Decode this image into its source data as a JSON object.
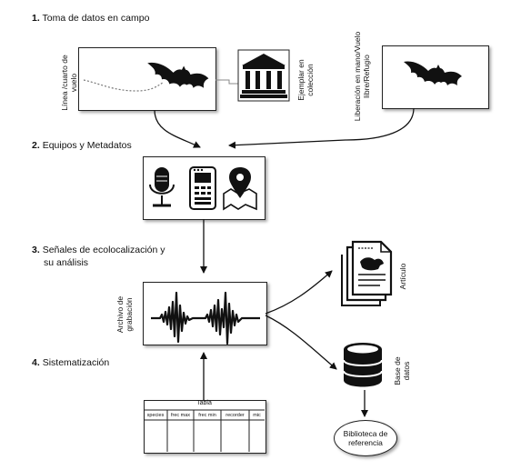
{
  "steps": {
    "s1_num": "1.",
    "s1_text": "Toma de datos en campo",
    "s2_num": "2.",
    "s2_text": "Equipos y Metadatos",
    "s3_num": "3.",
    "s3_line1": "Señales de ecolocalización y",
    "s3_line2": "su análisis",
    "s4_num": "4.",
    "s4_text": "Sistematización"
  },
  "labels": {
    "flight_line": "Línea /cuarto de vuelo",
    "specimen": "Ejemplar en colección",
    "release": "Liberación en mano/Vuelo libre/Refugio",
    "recording_file": "Archivo de grabación",
    "article": "Artículo",
    "database": "Base de datos",
    "library": "Biblioteca de referencia"
  },
  "table": {
    "title": "Tabla",
    "columns": [
      "species",
      "frec max",
      "frec min",
      "recorder",
      "mic"
    ]
  },
  "icons": [
    "bat-icon",
    "museum-icon",
    "microphone-icon",
    "recorder-icon",
    "map-pin-icon",
    "waveform-icon",
    "document-icon",
    "database-icon"
  ],
  "colors": {
    "stroke": "#222222",
    "fill": "#111111",
    "background": "#ffffff"
  }
}
